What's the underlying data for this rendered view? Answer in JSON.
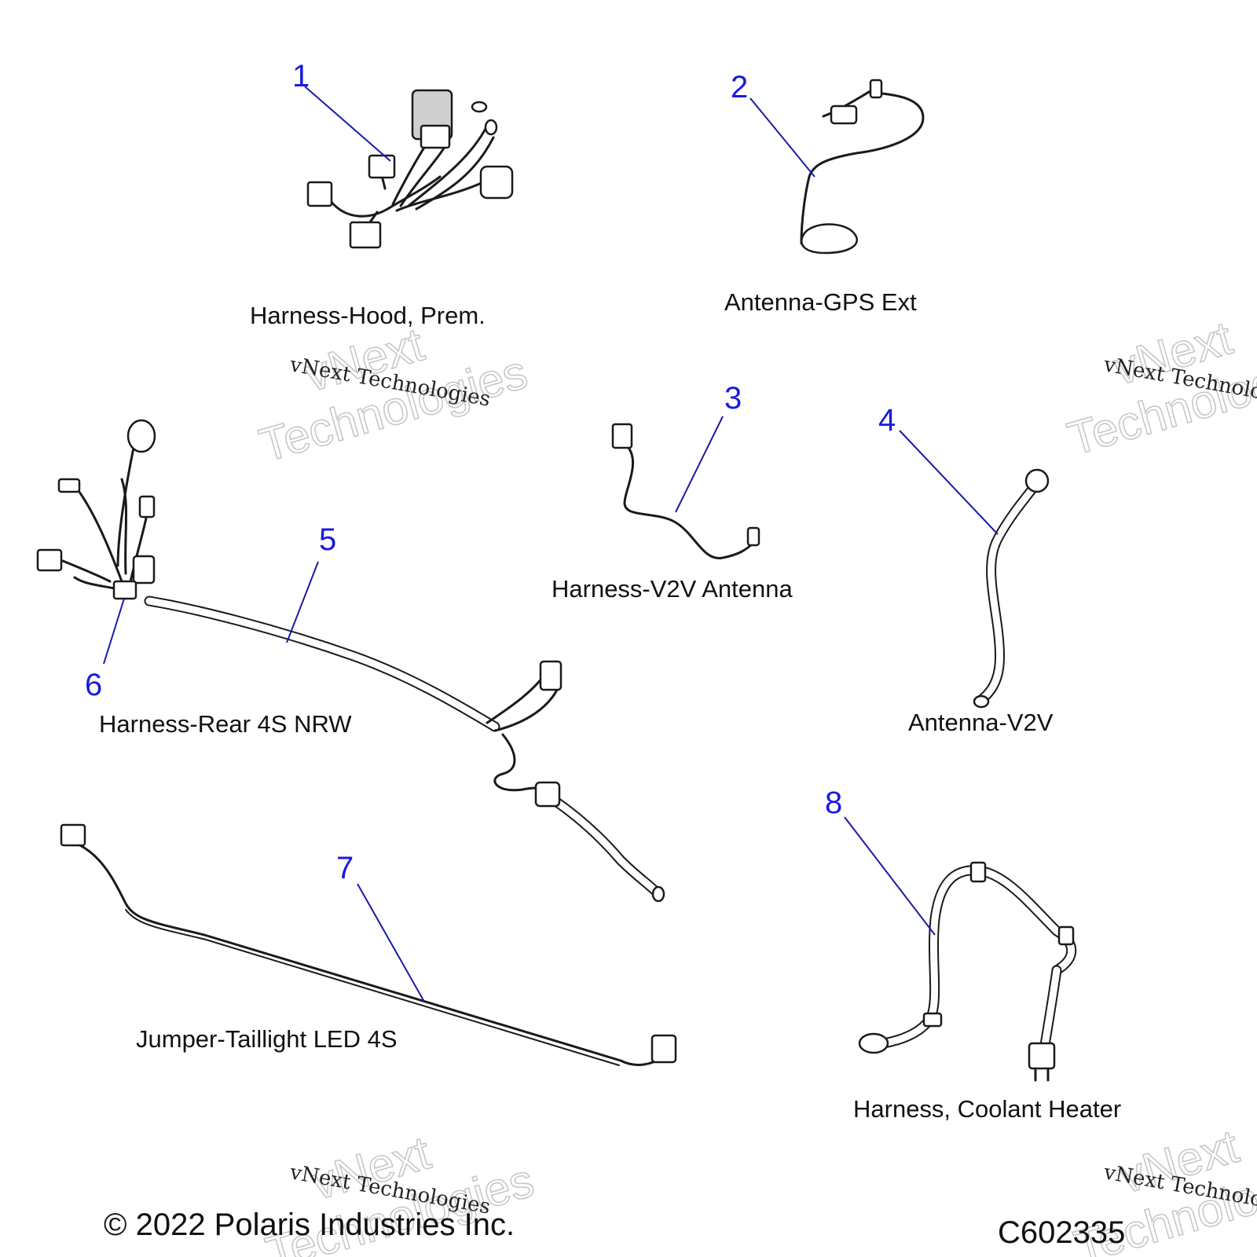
{
  "parts": [
    {
      "number": "1",
      "name": "Harness-Hood, Prem."
    },
    {
      "number": "2",
      "name": "Antenna-GPS Ext"
    },
    {
      "number": "3",
      "name": "Harness-V2V Antenna"
    },
    {
      "number": "4",
      "name": "Antenna-V2V"
    },
    {
      "number": "5",
      "name": "Harness-Rear 4S NRW"
    },
    {
      "number": "6",
      "name": ""
    },
    {
      "number": "7",
      "name": "Jumper-Taillight LED 4S"
    },
    {
      "number": "8",
      "name": "Harness, Coolant Heater"
    }
  ],
  "footer": {
    "copyright": "© 2022 Polaris Industries Inc.",
    "diagram_code": "C602335"
  },
  "watermark": {
    "small": "vNext Technologies",
    "big_line1": "vNext",
    "big_line2": "Technologies"
  },
  "colors": {
    "callout": "#1a1ae0",
    "leader": "#1a1aa8",
    "line_art": "#1a1a1a"
  }
}
